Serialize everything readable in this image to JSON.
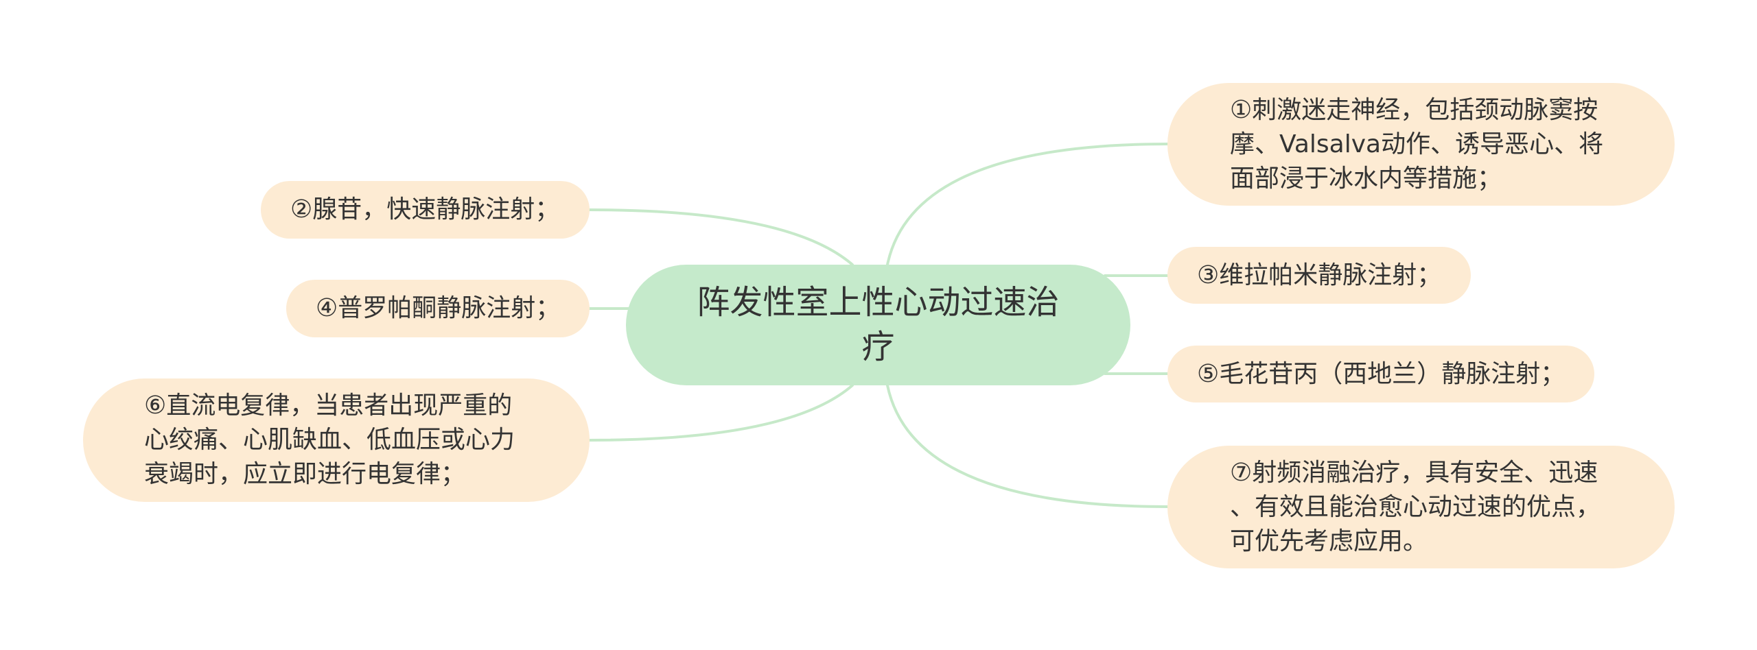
{
  "colors": {
    "root_fill": "#c5eacb",
    "leaf_fill": "#fdebd3",
    "line_color": "#c6e9c9",
    "text_color": "#333333",
    "background": "#ffffff"
  },
  "mindmap": {
    "root": {
      "text": "阵发性室上性心动过速治疗",
      "lines": [
        "阵发性室上性心动过速治",
        "疗"
      ]
    },
    "branches": [
      {
        "number": "①",
        "side": "right",
        "lines": [
          "①刺激迷走神经，包括颈动脉窦按",
          "摩、Valsalva动作、诱导恶心、将",
          "面部浸于冰水内等措施；"
        ]
      },
      {
        "number": "②",
        "side": "left",
        "lines": [
          "②腺苷，快速静脉注射；"
        ]
      },
      {
        "number": "③",
        "side": "right",
        "lines": [
          "③维拉帕米静脉注射；"
        ]
      },
      {
        "number": "④",
        "side": "left",
        "lines": [
          "④普罗帕酮静脉注射；"
        ]
      },
      {
        "number": "⑤",
        "side": "right",
        "lines": [
          "⑤毛花苷丙（西地兰）静脉注射；"
        ]
      },
      {
        "number": "⑥",
        "side": "left",
        "lines": [
          "⑥直流电复律，当患者出现严重的",
          "心绞痛、心肌缺血、低血压或心力",
          "衰竭时，应立即进行电复律；"
        ]
      },
      {
        "number": "⑦",
        "side": "right",
        "lines": [
          "⑦射频消融治疗，具有安全、迅速",
          "、有效且能治愈心动过速的优点，",
          "可优先考虑应用。"
        ]
      }
    ]
  }
}
